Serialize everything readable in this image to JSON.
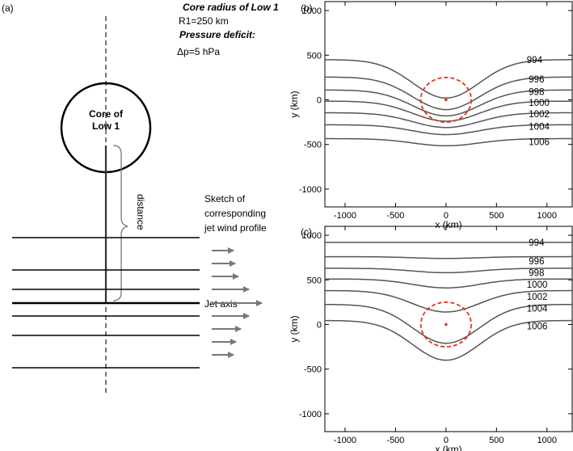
{
  "panel_a": {
    "label": "(a)",
    "core_radius_title": "Core radius of Low 1",
    "core_radius_value": "R1=250 km",
    "pressure_title": "Pressure deficit:",
    "pressure_value": "Δp=5 hPa",
    "core_label_line1": "Core of",
    "core_label_line2": "Low 1",
    "distance_label": "distance",
    "sketch_line1": "Sketch of",
    "sketch_line2": "corresponding",
    "sketch_line3": "jet wind profile",
    "jet_axis_label": "Jet axis",
    "colors": {
      "lines": "#000000",
      "arrows": "#777777",
      "dashed_axis": "#555555"
    }
  },
  "chart_data": [
    {
      "panel": "(b)",
      "type": "contour",
      "xlabel": "x (km)",
      "ylabel": "y (km)",
      "xlim": [
        -1200,
        1250
      ],
      "ylim": [
        -1200,
        1100
      ],
      "xticks": [
        -1000,
        -500,
        0,
        500,
        1000
      ],
      "yticks": [
        1000,
        500,
        0,
        -500,
        -1000
      ],
      "grid": false,
      "contour_color": "#555555",
      "circle_color": "#e8321e",
      "low_center": [
        0,
        0
      ],
      "core_radius_km": 250,
      "contours": [
        {
          "label": "994",
          "far_y": 450,
          "center_y": 20,
          "label_x": 800,
          "label_y": 450
        },
        {
          "label": "996",
          "far_y": 255,
          "center_y": -110,
          "label_x": 820,
          "label_y": 230
        },
        {
          "label": "998",
          "far_y": 110,
          "center_y": -180,
          "label_x": 820,
          "label_y": 90
        },
        {
          "label": "1000",
          "far_y": -15,
          "center_y": -240,
          "label_x": 820,
          "label_y": -30
        },
        {
          "label": "1002",
          "far_y": -145,
          "center_y": -310,
          "label_x": 820,
          "label_y": -160
        },
        {
          "label": "1004",
          "far_y": -280,
          "center_y": -390,
          "label_x": 820,
          "label_y": -300
        },
        {
          "label": "1006",
          "far_y": -435,
          "center_y": -515,
          "label_x": 820,
          "label_y": -470
        }
      ]
    },
    {
      "panel": "(c)",
      "type": "contour",
      "xlabel": "x (km)",
      "ylabel": "y (km)",
      "xlim": [
        -1200,
        1250
      ],
      "ylim": [
        -1200,
        1100
      ],
      "xticks": [
        -1000,
        -500,
        0,
        500,
        1000
      ],
      "yticks": [
        1000,
        500,
        0,
        -500,
        -1000
      ],
      "grid": false,
      "contour_color": "#555555",
      "circle_color": "#e8321e",
      "low_center": [
        0,
        0
      ],
      "core_radius_km": 250,
      "contours": [
        {
          "label": "994",
          "far_y": 920,
          "center_y": 920,
          "label_x": 820,
          "label_y": 920
        },
        {
          "label": "996",
          "far_y": 760,
          "center_y": 740,
          "label_x": 820,
          "label_y": 710
        },
        {
          "label": "998",
          "far_y": 630,
          "center_y": 580,
          "label_x": 820,
          "label_y": 580
        },
        {
          "label": "1000",
          "far_y": 510,
          "center_y": 410,
          "label_x": 800,
          "label_y": 450
        },
        {
          "label": "1002",
          "far_y": 380,
          "center_y": 140,
          "label_x": 800,
          "label_y": 310
        },
        {
          "label": "1004",
          "far_y": 225,
          "center_y": -210,
          "label_x": 800,
          "label_y": 180
        },
        {
          "label": "1006",
          "far_y": 45,
          "center_y": -400,
          "label_x": 800,
          "label_y": -20
        }
      ]
    }
  ]
}
